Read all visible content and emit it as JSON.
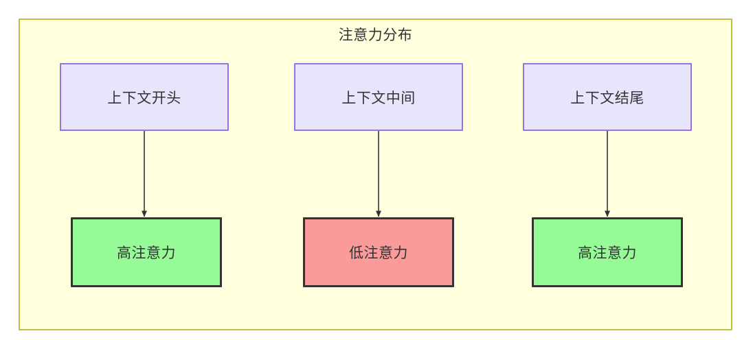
{
  "diagram": {
    "title": "注意力分布",
    "container": {
      "fill": "#ffffde",
      "stroke": "#bfbf40"
    },
    "nodes": {
      "context": [
        {
          "id": "context-start",
          "label": "上下文开头",
          "fill": "#e8e4fc",
          "stroke": "#9673d8"
        },
        {
          "id": "context-middle",
          "label": "上下文中间",
          "fill": "#e8e4fc",
          "stroke": "#9673d8"
        },
        {
          "id": "context-end",
          "label": "上下文结尾",
          "fill": "#e8e4fc",
          "stroke": "#9673d8"
        }
      ],
      "attention": [
        {
          "id": "attention-high-start",
          "label": "高注意力",
          "fill": "#96fa96",
          "stroke": "#333333"
        },
        {
          "id": "attention-low-middle",
          "label": "低注意力",
          "fill": "#fb9a9a",
          "stroke": "#333333"
        },
        {
          "id": "attention-high-end",
          "label": "高注意力",
          "fill": "#96fa96",
          "stroke": "#333333"
        }
      ]
    },
    "edges": [
      {
        "from": "context-start",
        "to": "attention-high-start",
        "label": ""
      },
      {
        "from": "context-middle",
        "to": "attention-low-middle",
        "label": ""
      },
      {
        "from": "context-end",
        "to": "attention-high-end",
        "label": ""
      }
    ]
  }
}
